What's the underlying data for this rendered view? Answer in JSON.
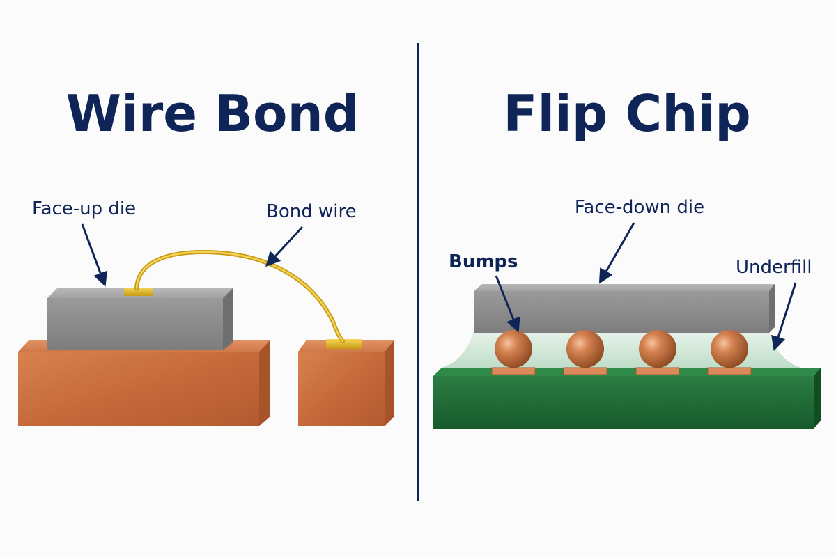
{
  "wire_bond": {
    "title": "Wire Bond",
    "labels": {
      "face_up_die": "Face-up die",
      "bond_wire": "Bond wire"
    }
  },
  "flip_chip": {
    "title": "Flip Chip",
    "labels": {
      "face_down_die": "Face-down die",
      "bumps": "Bumps",
      "underfill": "Underfill"
    }
  },
  "colors": {
    "text": "#0f2557",
    "divider": "#0f2557",
    "die": "#8f8f8f",
    "copper": "#c8693c",
    "gold": "#e0b520",
    "pcb": "#1f6b35",
    "underfill": "#cfe6d8"
  }
}
